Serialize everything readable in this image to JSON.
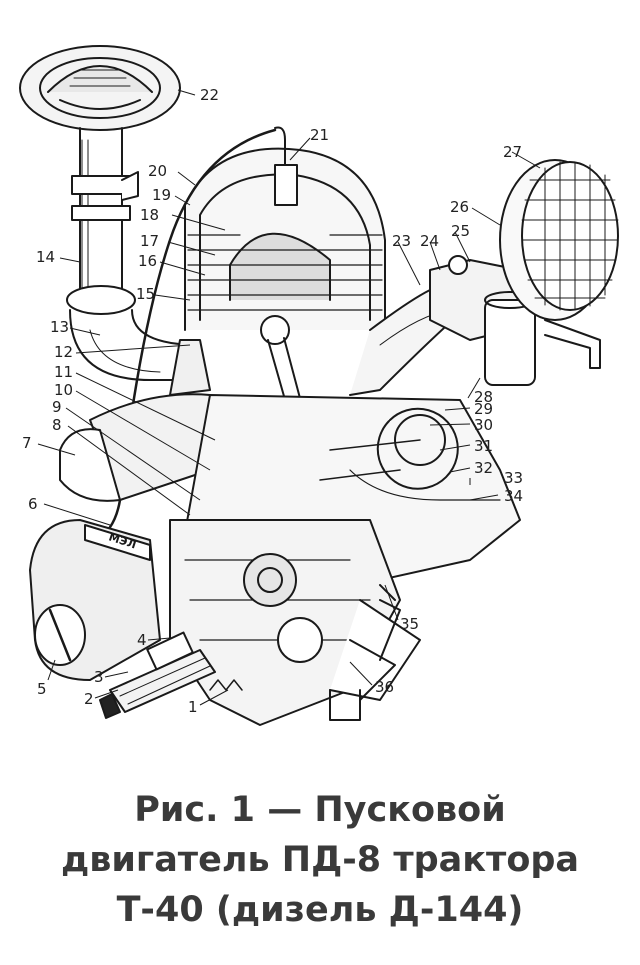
{
  "caption": {
    "line1": "Рис. 1 — Пусковой",
    "line2": "двигатель ПД-8 трактора",
    "line3": "Т-40 (дизель Д-144)"
  },
  "nameplate": "МЭЛ",
  "callouts": {
    "c1": "1",
    "c2": "2",
    "c3": "3",
    "c4": "4",
    "c5": "5",
    "c6": "6",
    "c7": "7",
    "c8": "8",
    "c9": "9",
    "c10": "10",
    "c11": "11",
    "c12": "12",
    "c13": "13",
    "c14": "14",
    "c15": "15",
    "c16": "16",
    "c17": "17",
    "c18": "18",
    "c19": "19",
    "c20": "20",
    "c21": "21",
    "c22": "22",
    "c23": "23",
    "c24": "24",
    "c25": "25",
    "c26": "26",
    "c27": "27",
    "c28": "28",
    "c29": "29",
    "c30": "30",
    "c31": "31",
    "c32": "32",
    "c33": "33",
    "c34": "34",
    "c35": "35",
    "c36": "36"
  }
}
